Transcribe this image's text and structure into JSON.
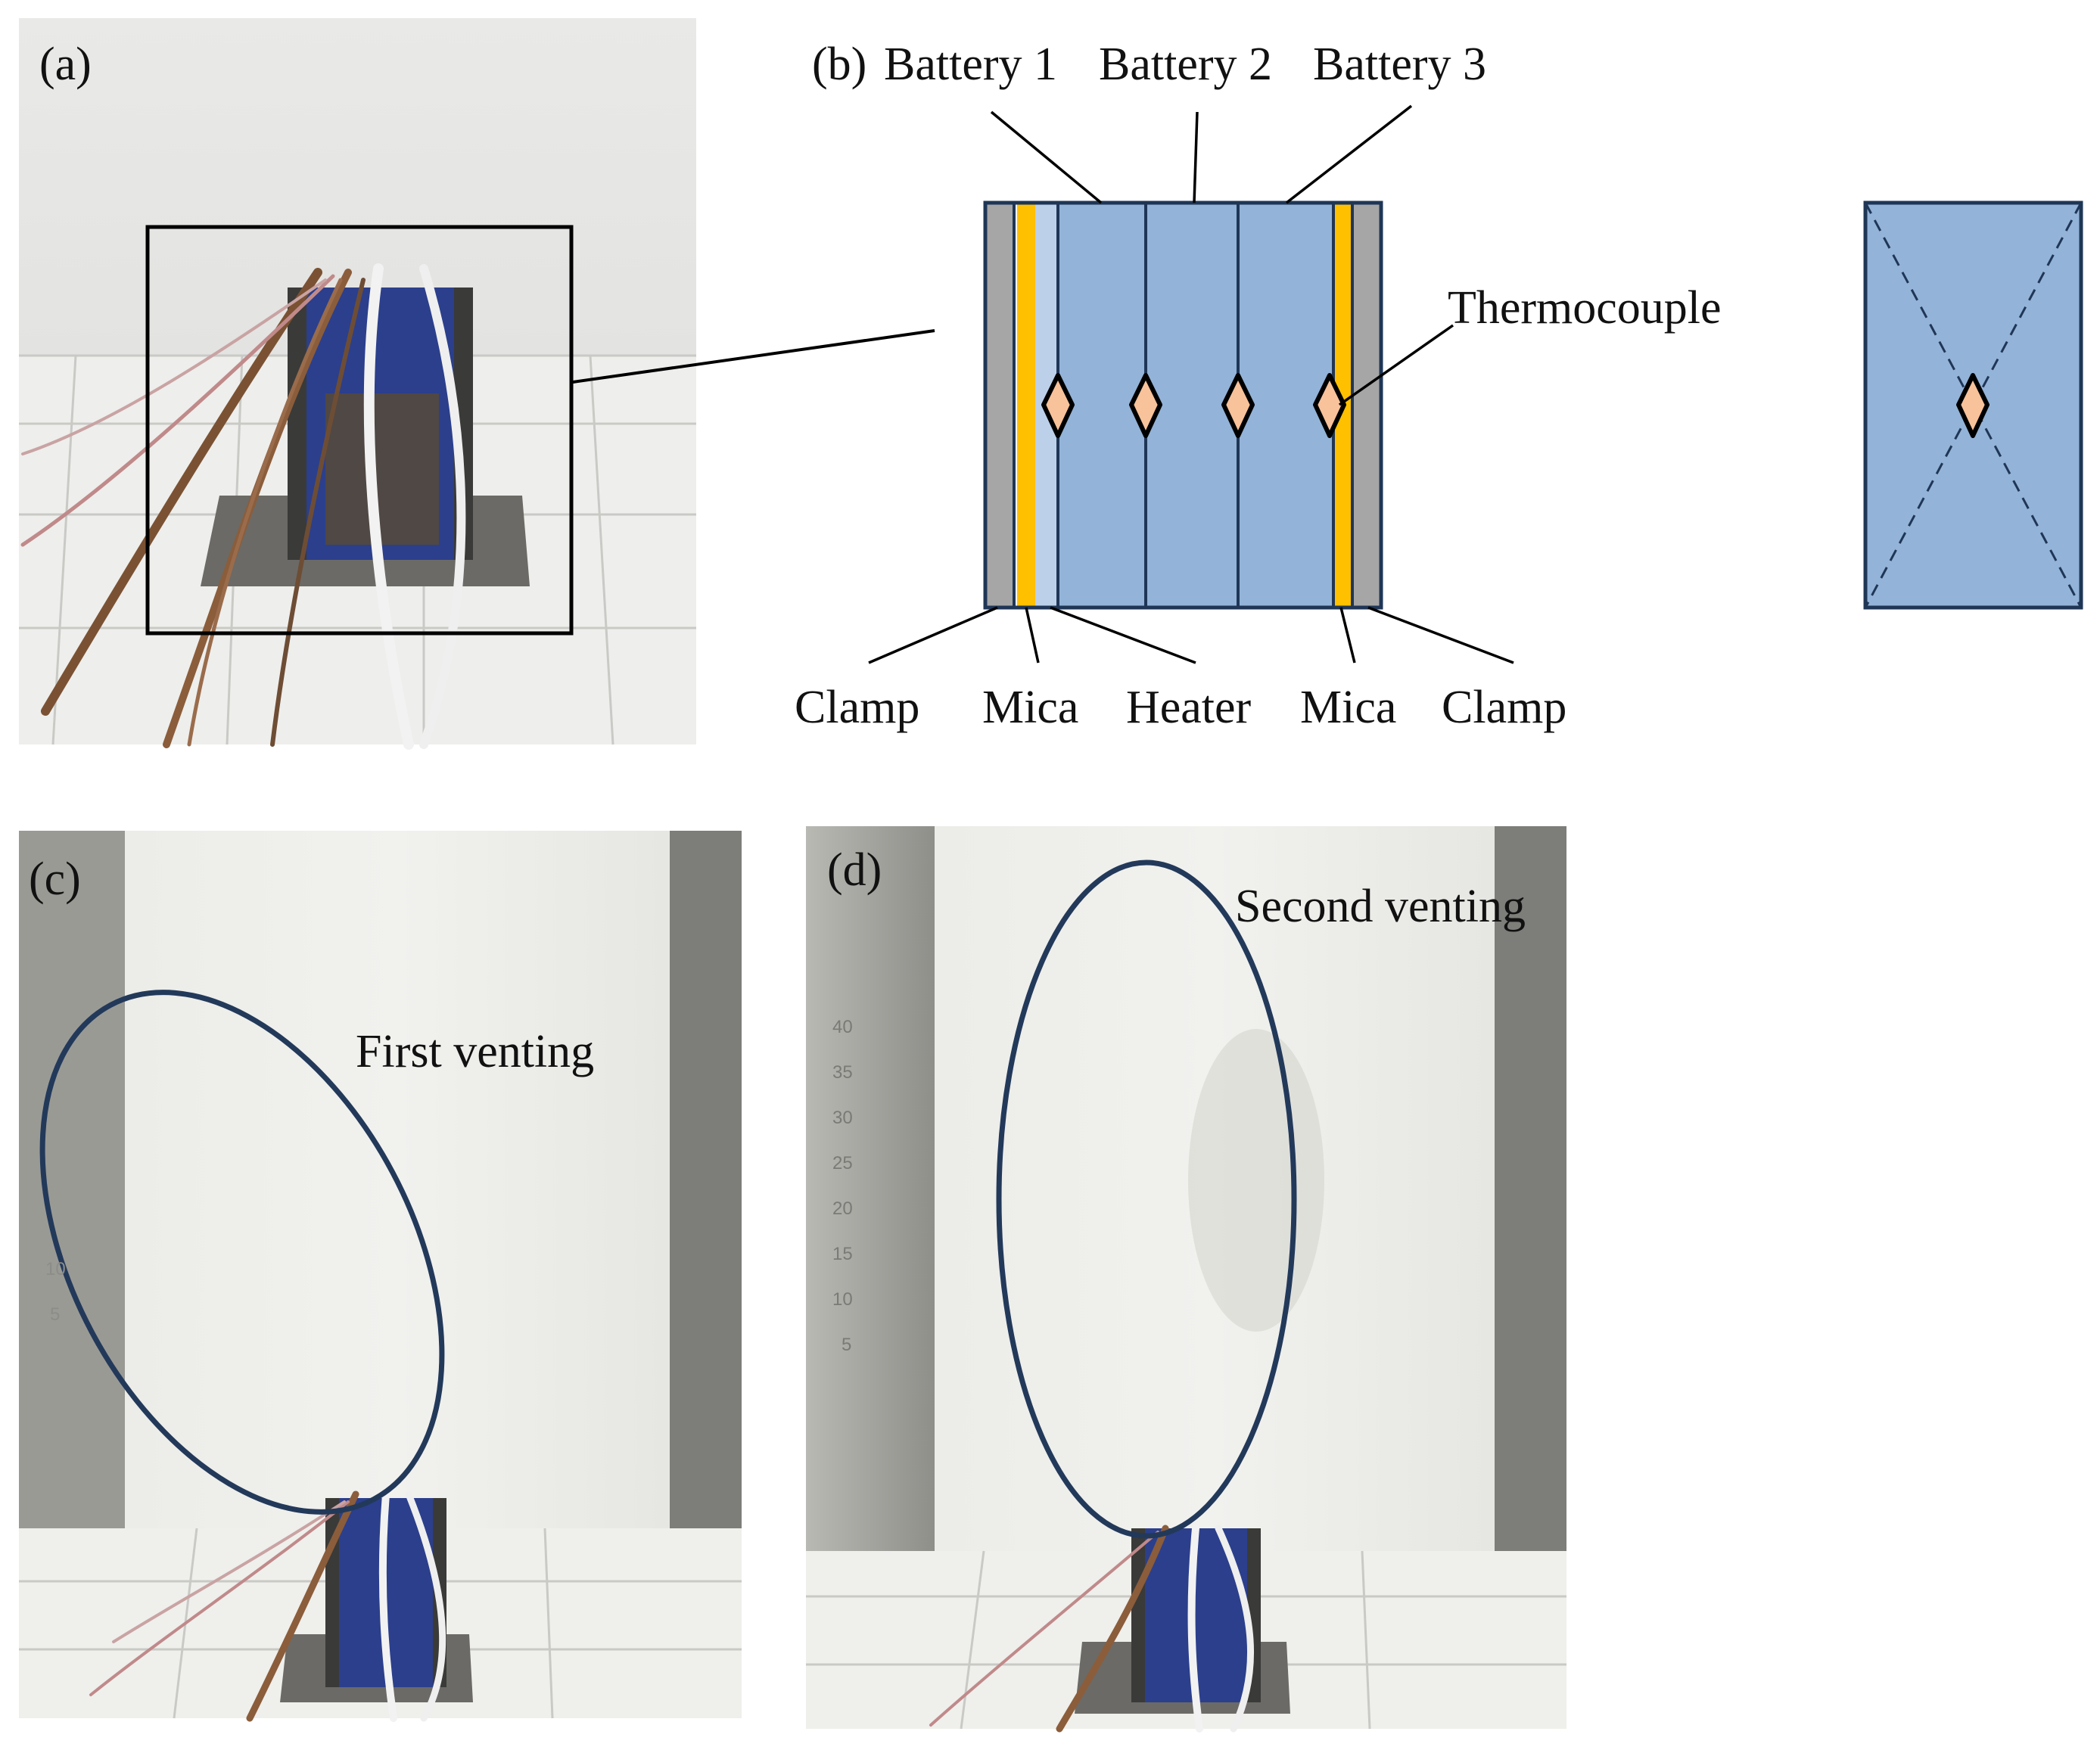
{
  "panels": {
    "a": {
      "label": "(a)"
    },
    "b": {
      "label": "(b)"
    },
    "c": {
      "label": "(c)",
      "annotation": "First venting"
    },
    "d": {
      "label": "(d)",
      "annotation": "Second venting"
    }
  },
  "schematic": {
    "top_labels": [
      "Battery 1",
      "Battery 2",
      "Battery 3"
    ],
    "bottom_labels": [
      "Clamp",
      "Mica",
      "Heater",
      "Mica",
      "Clamp"
    ],
    "side_label": "Thermocouple"
  },
  "ruler_ticks_d": [
    "40",
    "35",
    "30",
    "25",
    "20",
    "15",
    "10",
    "5"
  ],
  "ruler_ticks_c": [
    "10",
    "5"
  ],
  "colors": {
    "battery_fill": "#93b3d8",
    "battery_stroke": "#1f3656",
    "clamp_fill": "#a6a6a6",
    "mica_fill": "#ffc000",
    "thermocouple_fill": "#f8c29a",
    "ellipse_stroke": "#22395a"
  }
}
